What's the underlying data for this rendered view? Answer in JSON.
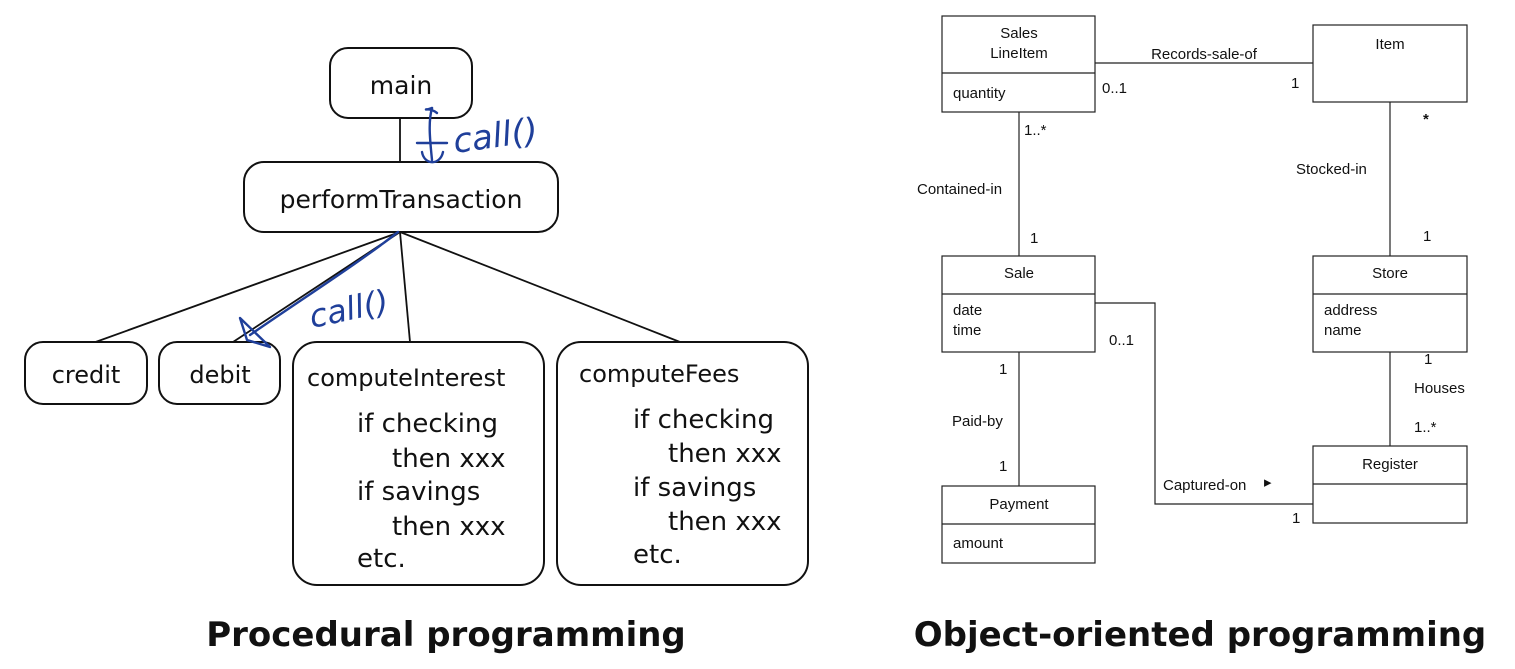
{
  "procedural": {
    "caption": "Procedural programming",
    "nodes": {
      "main": "main",
      "perform": "performTransaction",
      "credit": "credit",
      "debit": "debit",
      "interest": {
        "title": "computeInterest",
        "lines": [
          "if checking",
          "then xxx",
          "if savings",
          "then xxx",
          "etc."
        ]
      },
      "fees": {
        "title": "computeFees",
        "lines": [
          "if checking",
          "then xxx",
          "if savings",
          "then xxx",
          "etc."
        ]
      }
    },
    "annotations": {
      "call_top": "call()",
      "call_debit": "call()"
    },
    "ink_color": "#1f3f9a"
  },
  "object_oriented": {
    "caption": "Object-oriented programming",
    "classes": {
      "sales_line_item": {
        "name_line1": "Sales",
        "name_line2": "LineItem",
        "attrs": [
          "quantity"
        ]
      },
      "item": {
        "name": "Item",
        "attrs": []
      },
      "sale": {
        "name": "Sale",
        "attrs": [
          "date",
          "time"
        ]
      },
      "store": {
        "name": "Store",
        "attrs": [
          "address",
          "name"
        ]
      },
      "payment": {
        "name": "Payment",
        "attrs": [
          "amount"
        ]
      },
      "register": {
        "name": "Register",
        "attrs": []
      }
    },
    "associations": {
      "records_sale_of": {
        "label": "Records-sale-of",
        "mult_a": "0..1",
        "mult_b": "1"
      },
      "contained_in": {
        "label": "Contained-in",
        "mult_a": "1..*",
        "mult_b": "1"
      },
      "stocked_in": {
        "label": "Stocked-in",
        "mult_a": "*",
        "mult_b": "1"
      },
      "paid_by": {
        "label": "Paid-by",
        "mult_a": "1",
        "mult_b": "1"
      },
      "houses": {
        "label": "Houses",
        "mult_a": "1",
        "mult_b": "1..*"
      },
      "captured_on": {
        "label": "Captured-on",
        "mult_a": "0..1",
        "mult_b": "1",
        "arrow": "▸"
      }
    }
  }
}
